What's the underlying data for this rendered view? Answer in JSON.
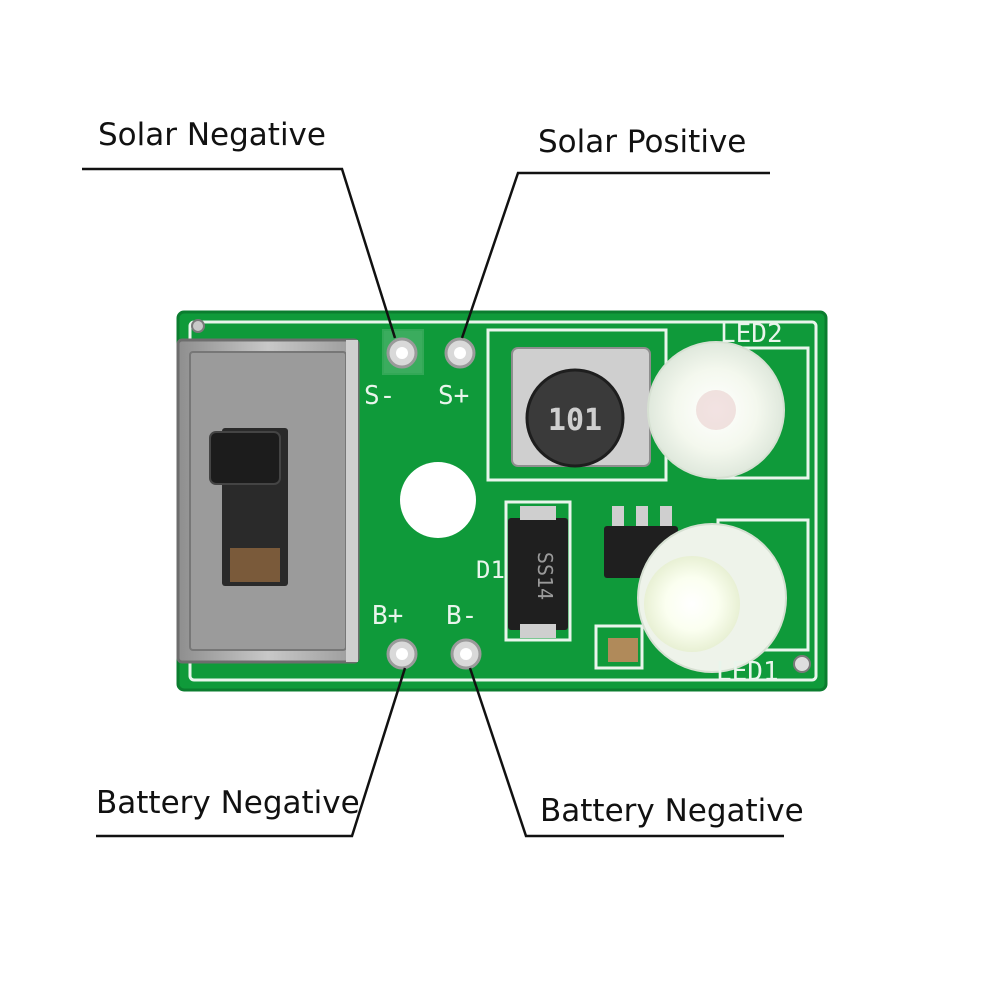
{
  "callouts": {
    "solar_negative": "Solar Negative",
    "solar_positive": "Solar Positive",
    "battery_left": "Battery Negative",
    "battery_right": "Battery Negative"
  },
  "board": {
    "silkscreen": {
      "s_minus": "S-",
      "s_plus": "S+",
      "b_plus": "B+",
      "b_minus": "B-",
      "led2": "LED2",
      "led1": "LED1",
      "d1": "D1"
    },
    "inductor_code": "101",
    "diode_code": "SS14"
  },
  "colors": {
    "pcb": "#0f9a3a",
    "pcb_edge": "#0b7d2f",
    "silkscreen": "#e9f5ec",
    "leader_line": "#111111"
  }
}
